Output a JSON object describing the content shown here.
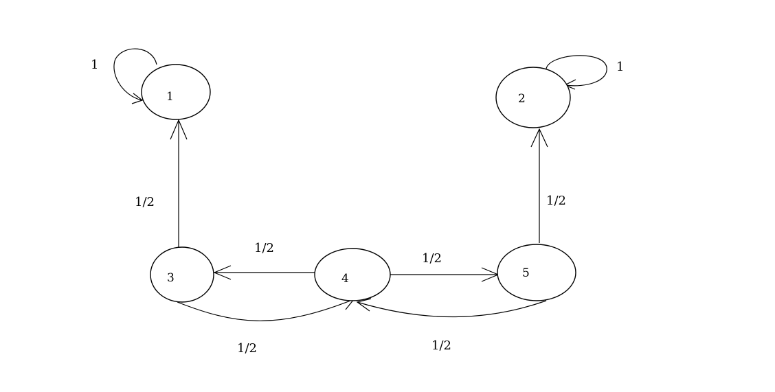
{
  "diagram": {
    "nodes": [
      {
        "id": "1",
        "label": "1"
      },
      {
        "id": "2",
        "label": "2"
      },
      {
        "id": "3",
        "label": "3"
      },
      {
        "id": "4",
        "label": "4"
      },
      {
        "id": "5",
        "label": "5"
      }
    ],
    "edges": [
      {
        "from": "1",
        "to": "1",
        "label": "1"
      },
      {
        "from": "2",
        "to": "2",
        "label": "1"
      },
      {
        "from": "3",
        "to": "1",
        "label": "1/2"
      },
      {
        "from": "5",
        "to": "2",
        "label": "1/2"
      },
      {
        "from": "4",
        "to": "3",
        "label": "1/2"
      },
      {
        "from": "4",
        "to": "5",
        "label": "1/2"
      },
      {
        "from": "3",
        "to": "4",
        "label": "1/2"
      },
      {
        "from": "5",
        "to": "4",
        "label": "1/2"
      }
    ]
  }
}
